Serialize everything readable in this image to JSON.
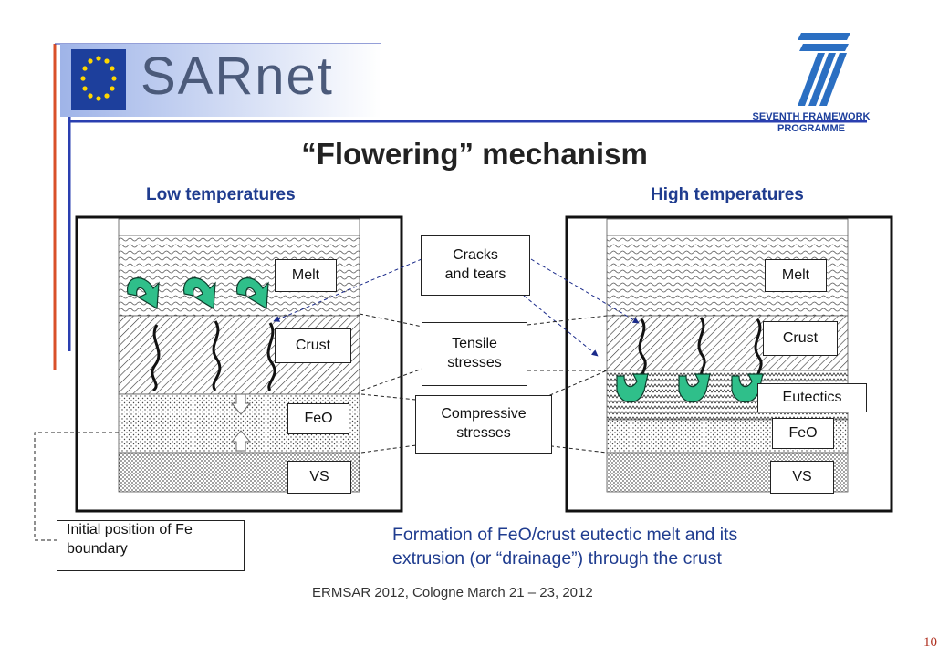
{
  "header": {
    "logo_text": "SARnet",
    "fp7_text_line1": "SEVENTH FRAMEWORK",
    "fp7_text_line2": "PROGRAMME"
  },
  "title": "“Flowering” mechanism",
  "panels": {
    "left_heading": "Low temperatures",
    "right_heading": "High temperatures"
  },
  "labels": {
    "melt": "Melt",
    "crust": "Crust",
    "feo": "FeO",
    "vs": "VS",
    "eutectics": "Eutectics"
  },
  "callouts": {
    "cracks_line1": "Cracks",
    "cracks_line2": "and tears",
    "tensile_line1": "Tensile",
    "tensile_line2": "stresses",
    "compressive_line1": "Compressive",
    "compressive_line2": "stresses",
    "initial_line1": "Initial position of Fe",
    "initial_line2": "boundary"
  },
  "caption_line1": "Formation of FeO/crust eutectic melt and its",
  "caption_line2": "extrusion (or “drainage”) through the crust",
  "footer": "ERMSAR 2012, Cologne March 21 – 23, 2012",
  "page_number": "10",
  "colors": {
    "title_blue": "#1f3c8f",
    "accent_red": "#d9502a",
    "eu_blue": "#1d3f9c",
    "arrow_green": "#2fbf8a"
  }
}
